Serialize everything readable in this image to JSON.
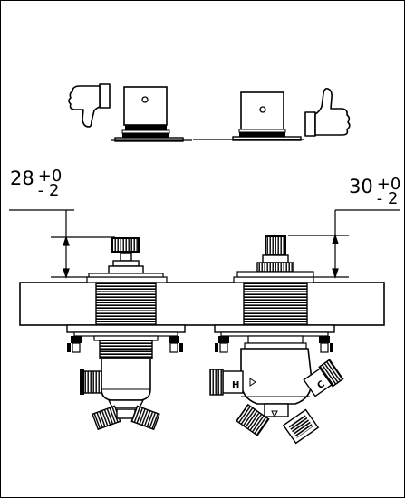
{
  "page": {
    "background": "#ffffff",
    "line_color": "#000000"
  },
  "comparison": {
    "left_icon": "thumbs-down-icon",
    "right_icon": "thumbs-up-icon"
  },
  "dimensions": {
    "left": {
      "value": "28",
      "upper": "+0",
      "lower": "- 2"
    },
    "right": {
      "value": "30",
      "upper": "+0",
      "lower": "- 2"
    }
  },
  "valve_labels": {
    "hot": "H",
    "cold": "C"
  }
}
